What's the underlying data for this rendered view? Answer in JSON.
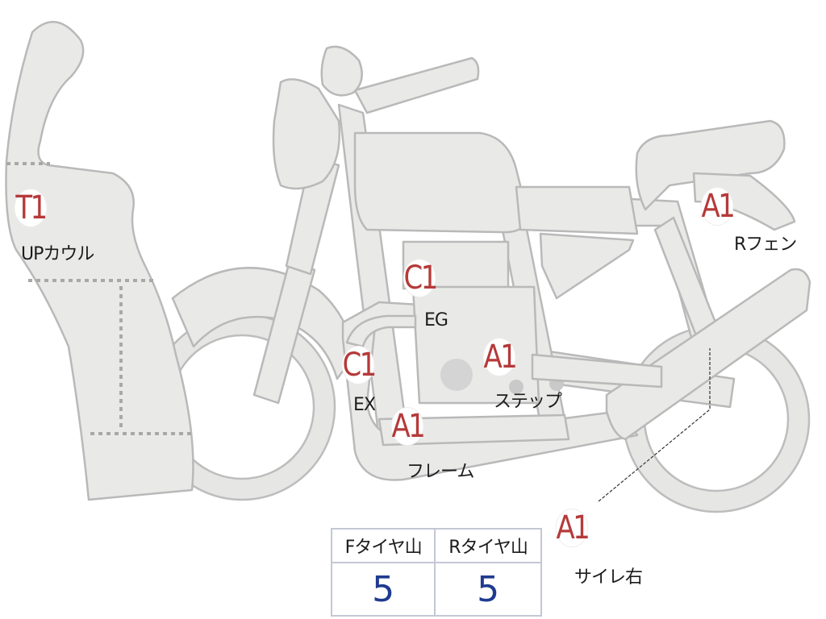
{
  "parts": [
    {
      "id": "up-cowl",
      "grade": "T1",
      "label": "UPカウル"
    },
    {
      "id": "engine",
      "grade": "C1",
      "label": "EG"
    },
    {
      "id": "exhaust",
      "grade": "C1",
      "label": "EX"
    },
    {
      "id": "step",
      "grade": "A1",
      "label": "ステップ"
    },
    {
      "id": "frame",
      "grade": "A1",
      "label": "フレーム"
    },
    {
      "id": "rear-fender",
      "grade": "A1",
      "label": "Rフェン"
    },
    {
      "id": "silencer-right",
      "grade": "A1",
      "label": "サイレ右"
    }
  ],
  "tire_table": {
    "headers": [
      "Fタイヤ山",
      "Rタイヤ山"
    ],
    "values": [
      "5",
      "5"
    ]
  },
  "colors": {
    "part_fill": "#e9e9e8",
    "part_outline": "#b9b9b9",
    "grade_text": "#b53a3a",
    "tire_value": "#1f3a8f"
  }
}
